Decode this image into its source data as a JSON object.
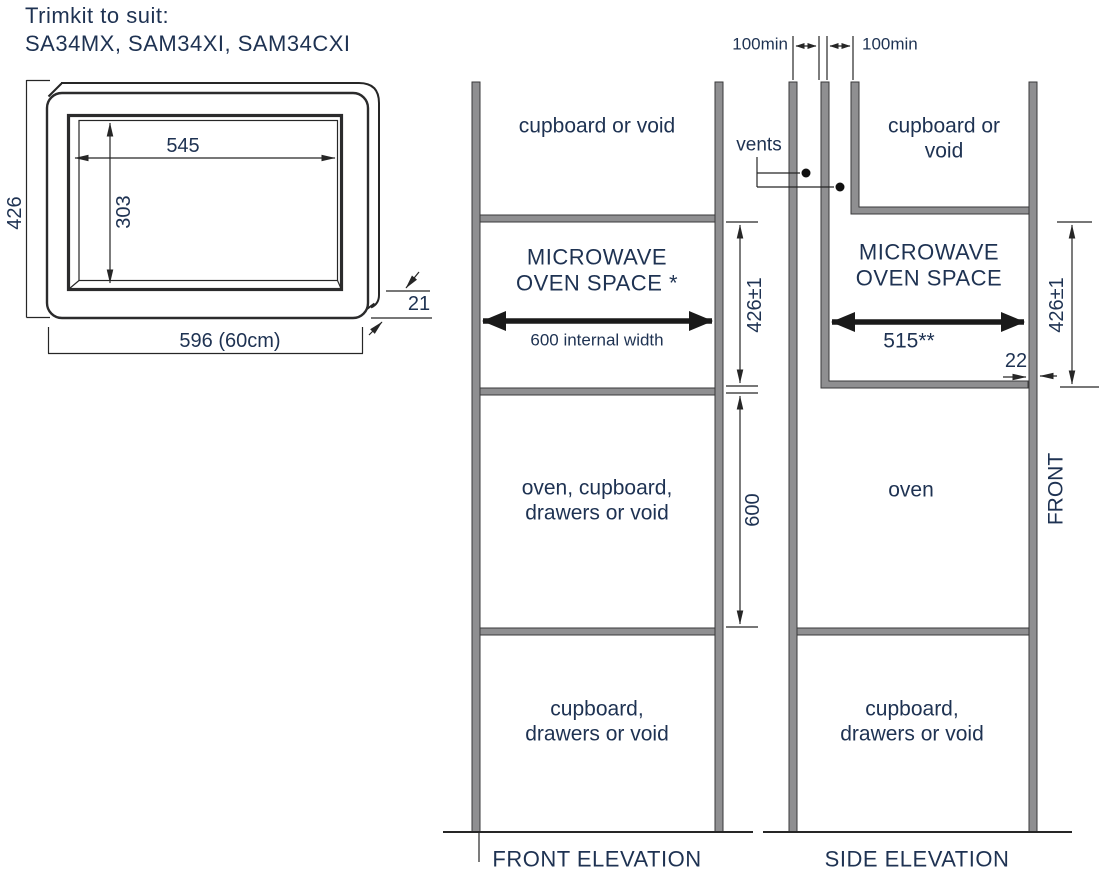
{
  "title": {
    "line1": "Trimkit to suit:",
    "line2": "SA34MX, SAM34XI, SAM34CXI"
  },
  "trimkit_dims": {
    "opening_width": "545",
    "opening_height": "303",
    "overall_height": "426",
    "overall_width": "596 (60cm)",
    "frame_depth": "21"
  },
  "front_elevation": {
    "title": "FRONT ELEVATION",
    "top_space": "cupboard or void",
    "mw_line1": "MICROWAVE",
    "mw_line2": "OVEN SPACE *",
    "internal_width": "600 internal width",
    "mw_height": "426±1",
    "mid_line1": "oven, cupboard,",
    "mid_line2": "drawers or void",
    "mid_height": "600",
    "bottom_line1": "cupboard,",
    "bottom_line2": "drawers or void"
  },
  "side_elevation": {
    "title": "SIDE ELEVATION",
    "clearance_left": "100min",
    "clearance_right": "100min",
    "vents": "vents",
    "top_line1": "cupboard or",
    "top_line2": "void",
    "mw_line1": "MICROWAVE",
    "mw_line2": "OVEN SPACE",
    "internal_depth": "515**",
    "panel_thickness": "22",
    "mw_height": "426±1",
    "oven": "oven",
    "front": "FRONT",
    "bottom_line1": "cupboard,",
    "bottom_line2": "drawers or void"
  },
  "colors": {
    "wall_fill": "#8F8F91",
    "wall_outline": "#3A3A3B",
    "line": "#262626",
    "text": "#1E3252"
  }
}
